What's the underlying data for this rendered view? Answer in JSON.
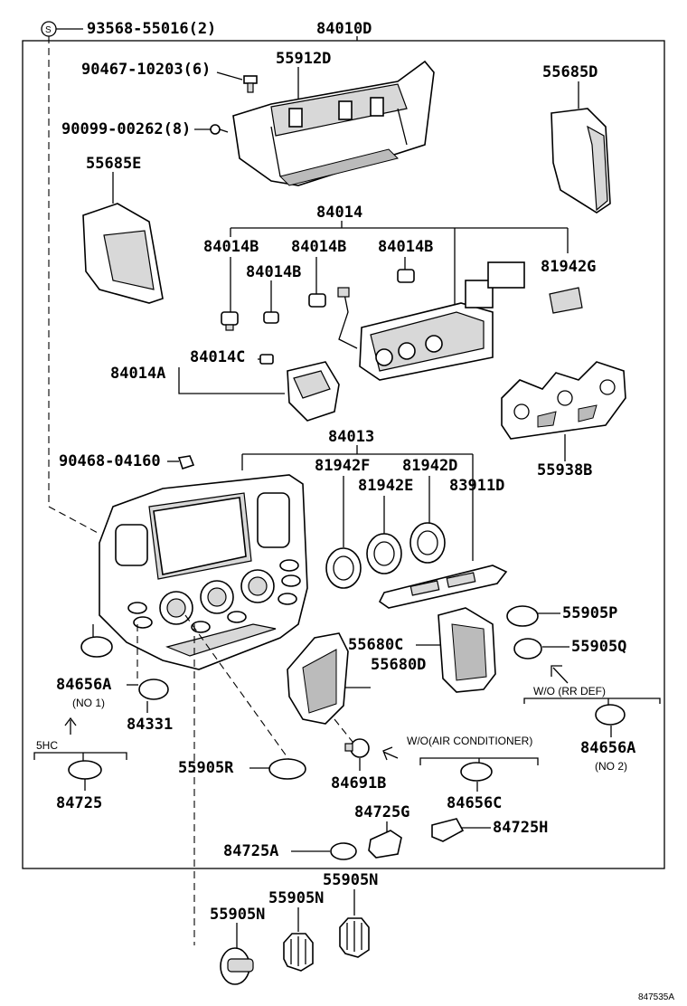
{
  "diagram": {
    "title_part": "84010D",
    "footer_code": "847535A",
    "screw_symbol": "S",
    "screw_label": "93568-55016(2)",
    "labels": {
      "p55912D": "55912D",
      "p90467": "90467-10203(6)",
      "p90099": "90099-00262(8)",
      "p55685D": "55685D",
      "p55685E": "55685E",
      "p84014": "84014",
      "p84014B_1": "84014B",
      "p84014B_2": "84014B",
      "p84014B_3": "84014B",
      "p84014B_4": "84014B",
      "p81942G": "81942G",
      "p84014C": "84014C",
      "p84014A": "84014A",
      "p55938B": "55938B",
      "p84013": "84013",
      "p90468": "90468-04160",
      "p81942F": "81942F",
      "p81942D": "81942D",
      "p81942E": "81942E",
      "p83911D": "83911D",
      "p55905P": "55905P",
      "p55680C": "55680C",
      "p55905Q": "55905Q",
      "p55680D": "55680D",
      "p84656A_1": "84656A",
      "p84331": "84331",
      "p84656A_2": "84656A",
      "p55905R": "55905R",
      "p84691B": "84691B",
      "p84656C": "84656C",
      "p84725": "84725",
      "p84725G": "84725G",
      "p84725H": "84725H",
      "p84725A": "84725A",
      "p55905N_1": "55905N",
      "p55905N_2": "55905N",
      "p55905N_3": "55905N"
    },
    "notes": {
      "no1": "(NO 1)",
      "no2": "(NO 2)",
      "shc": "5HC",
      "wo_rr_def": "W/O (RR DEF)",
      "wo_ac": "W/O(AIR CONDITIONER)"
    }
  }
}
